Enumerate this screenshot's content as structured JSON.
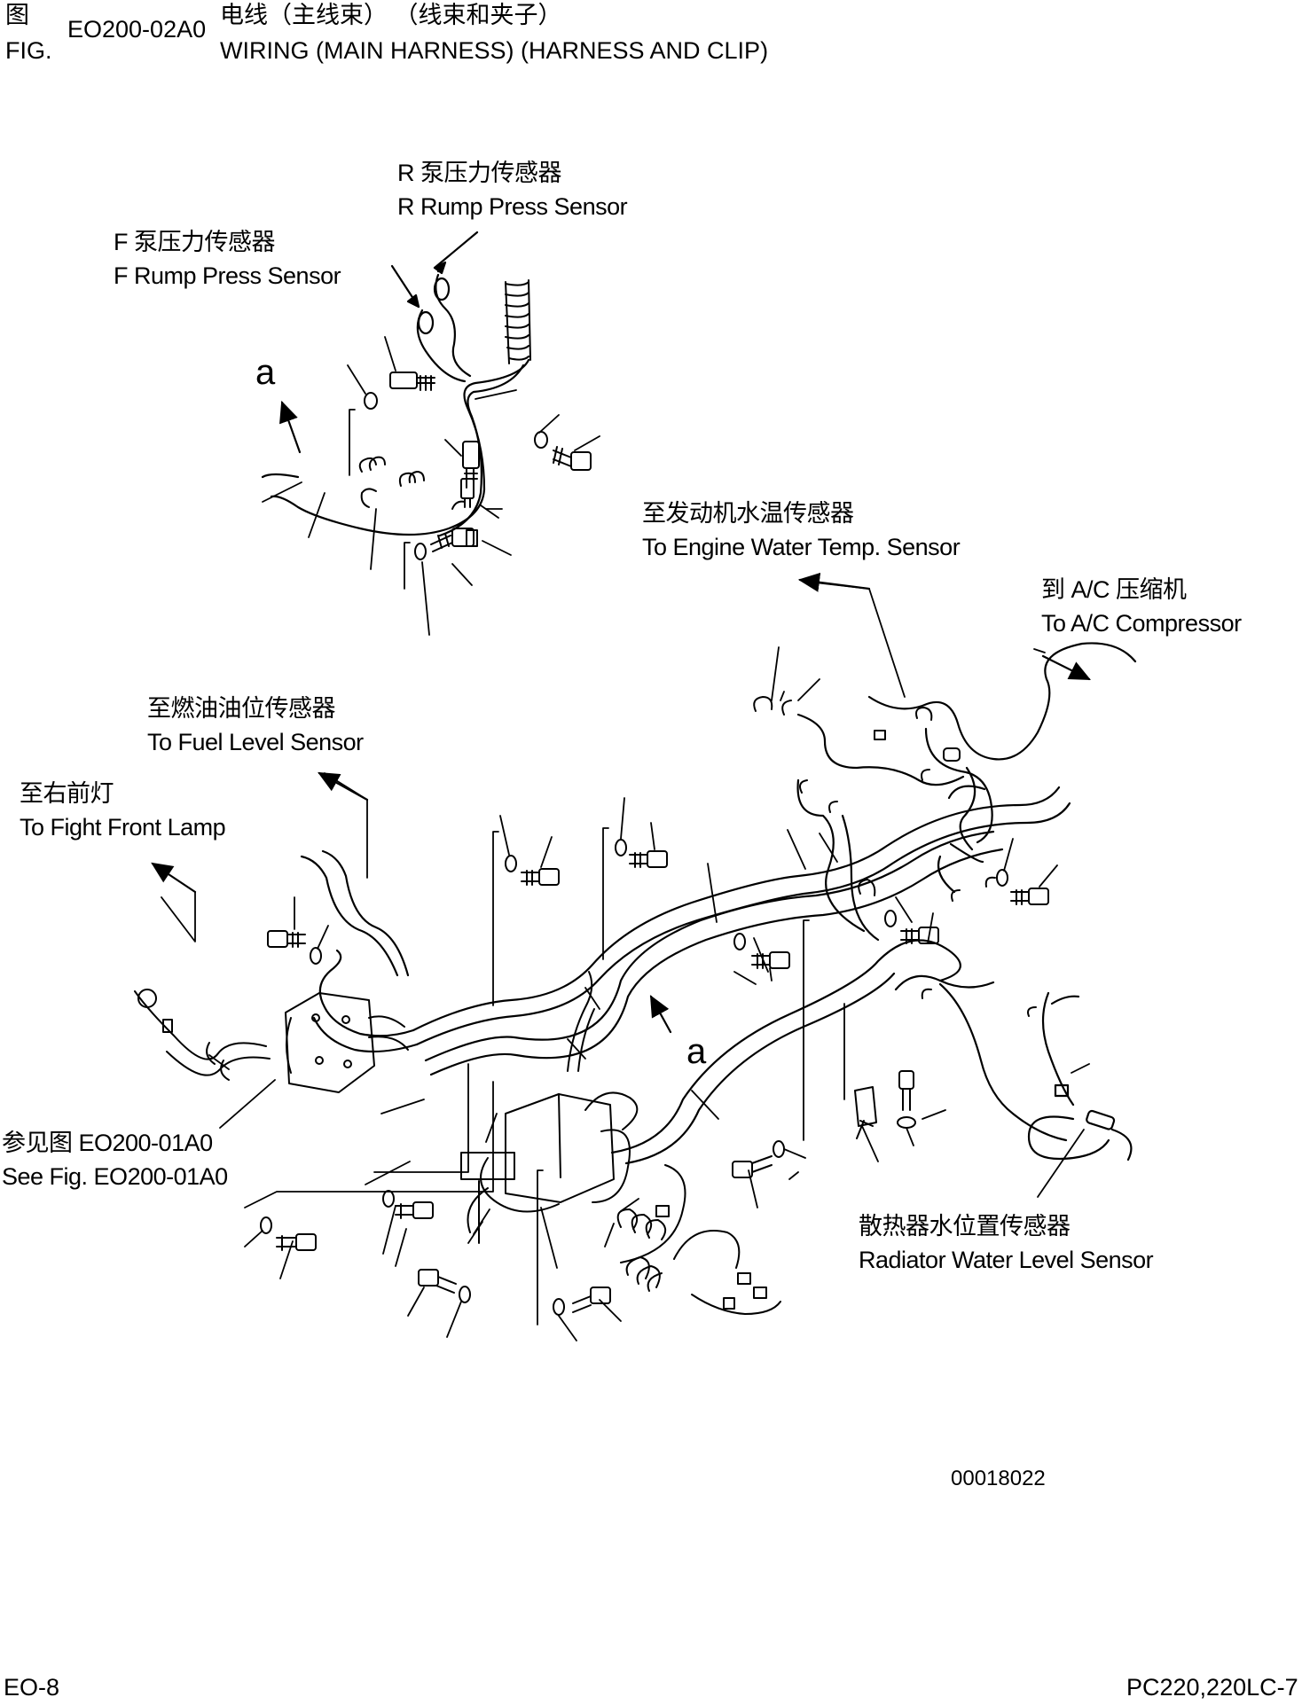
{
  "header": {
    "fig_cn": "图",
    "fig_en": "FIG.",
    "fig_no": "EO200-02A0",
    "title_cn": "电线（主线束）  （线束和夹子）",
    "title_en": "WIRING (MAIN HARNESS) (HARNESS AND CLIP)"
  },
  "labels": {
    "r_pump_cn": "R 泵压力传感器",
    "r_pump_en": "R Rump Press Sensor",
    "f_pump_cn": "F 泵压力传感器",
    "f_pump_en": "F Rump Press Sensor",
    "engine_temp_cn": "至发动机水温传感器",
    "engine_temp_en": "To Engine Water Temp. Sensor",
    "ac_cn": "到 A/C 压缩机",
    "ac_en": "To A/C Compressor",
    "fuel_cn": "至燃油油位传感器",
    "fuel_en": "To Fuel Level Sensor",
    "lamp_cn": "至右前灯",
    "lamp_en": "To Fight Front Lamp",
    "see_cn": "参见图 EO200-01A0",
    "see_en": "See Fig. EO200-01A0",
    "radiator_cn": "散热器水位置传感器",
    "radiator_en": "Radiator Water Level Sensor",
    "ref_a_top": "a",
    "ref_a_mid": "a"
  },
  "footer": {
    "image_code": "00018022",
    "page": "EO-8",
    "model": "PC220,220LC-7"
  }
}
